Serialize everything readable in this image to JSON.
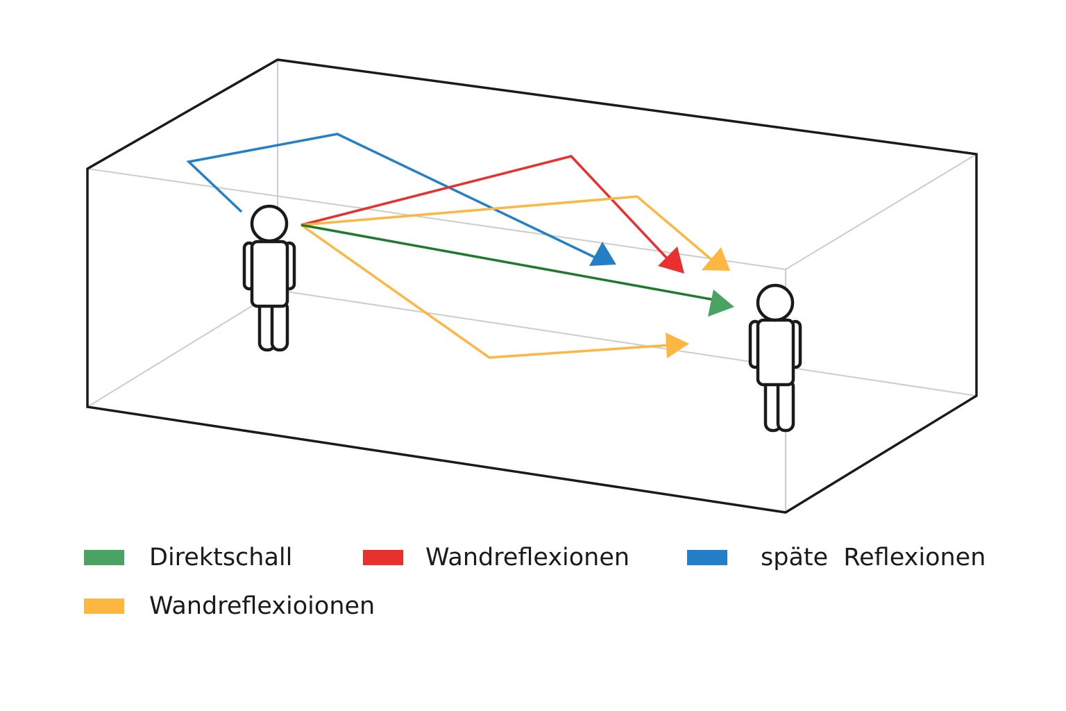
{
  "colors": {
    "direct": "#4aa362",
    "direct_line": "#1f7a2e",
    "wall_red": "#e8302f",
    "late": "#2480c6",
    "wall_yellow": "#fdb741",
    "box_edge": "#1a1a1a",
    "box_inner": "#cccccc",
    "person": "#1a1a1a"
  },
  "scene": {
    "source_person": "person-icon",
    "listener_person": "person-icon"
  },
  "legend": [
    {
      "key": "direct",
      "label": "Direktschall"
    },
    {
      "key": "wall_red",
      "label": "Wandreflexionen"
    },
    {
      "key": "late",
      "label": "späte  Reflexionen"
    },
    {
      "key": "wall_yellow",
      "label": "Wandreflexioionen"
    }
  ]
}
